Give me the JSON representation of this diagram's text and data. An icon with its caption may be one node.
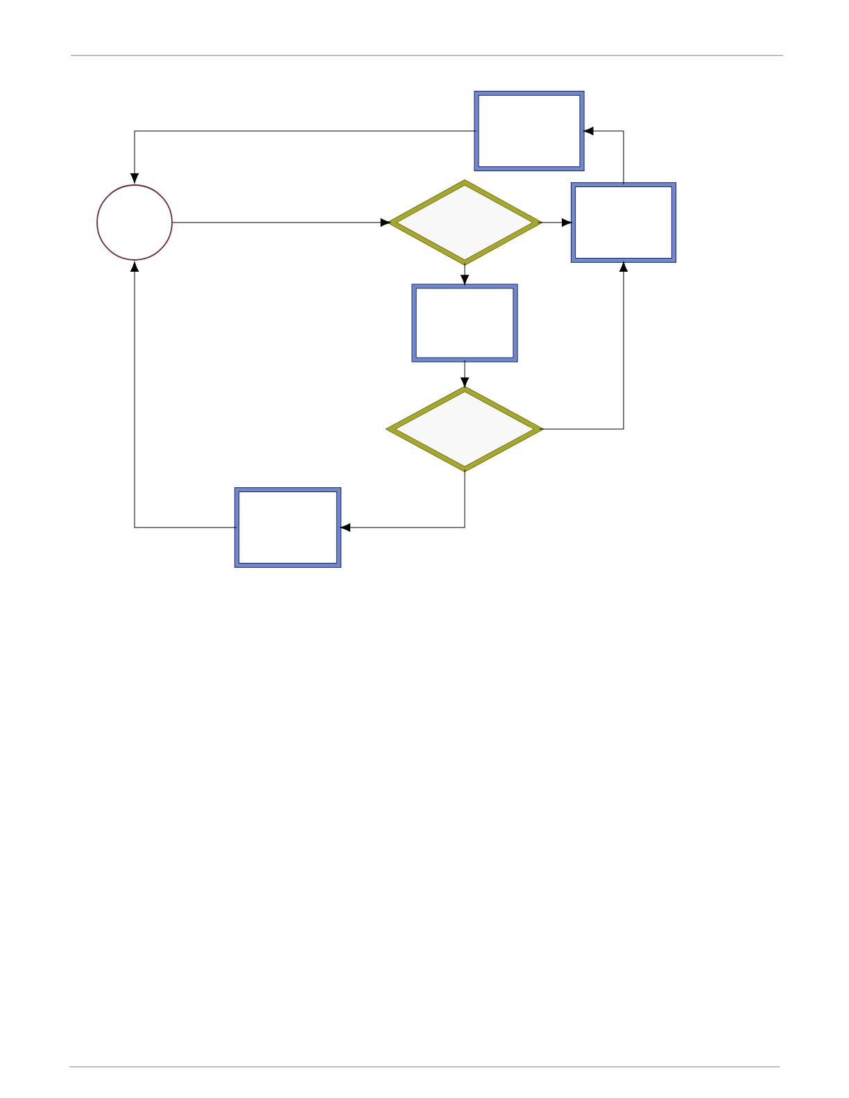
{
  "diagram": {
    "nodes": [
      {
        "text": [],
        "shape": "circle"
      },
      {
        "text": [],
        "shape": "box"
      },
      {
        "text": [],
        "shape": "diamond"
      },
      {
        "text": [],
        "shape": "box"
      },
      {
        "text": [],
        "shape": "box"
      },
      {
        "text": [],
        "shape": "diamond"
      },
      {
        "text": [],
        "shape": "box"
      }
    ],
    "edges": [
      {
        "from": 1,
        "to": 0,
        "arrow": "to"
      },
      {
        "from": 0,
        "to": 2,
        "arrow": "to"
      },
      {
        "from": 2,
        "to": 3,
        "arrow": "to"
      },
      {
        "from": 3,
        "to": 1,
        "arrow": "to"
      },
      {
        "from": 2,
        "to": 4,
        "arrow": "to"
      },
      {
        "from": 4,
        "to": 5,
        "arrow": "to"
      },
      {
        "from": 5,
        "to": 3,
        "arrow": "to"
      },
      {
        "from": 5,
        "to": 6,
        "arrow": "to"
      },
      {
        "from": 6,
        "to": 0,
        "arrow": "to"
      }
    ]
  }
}
